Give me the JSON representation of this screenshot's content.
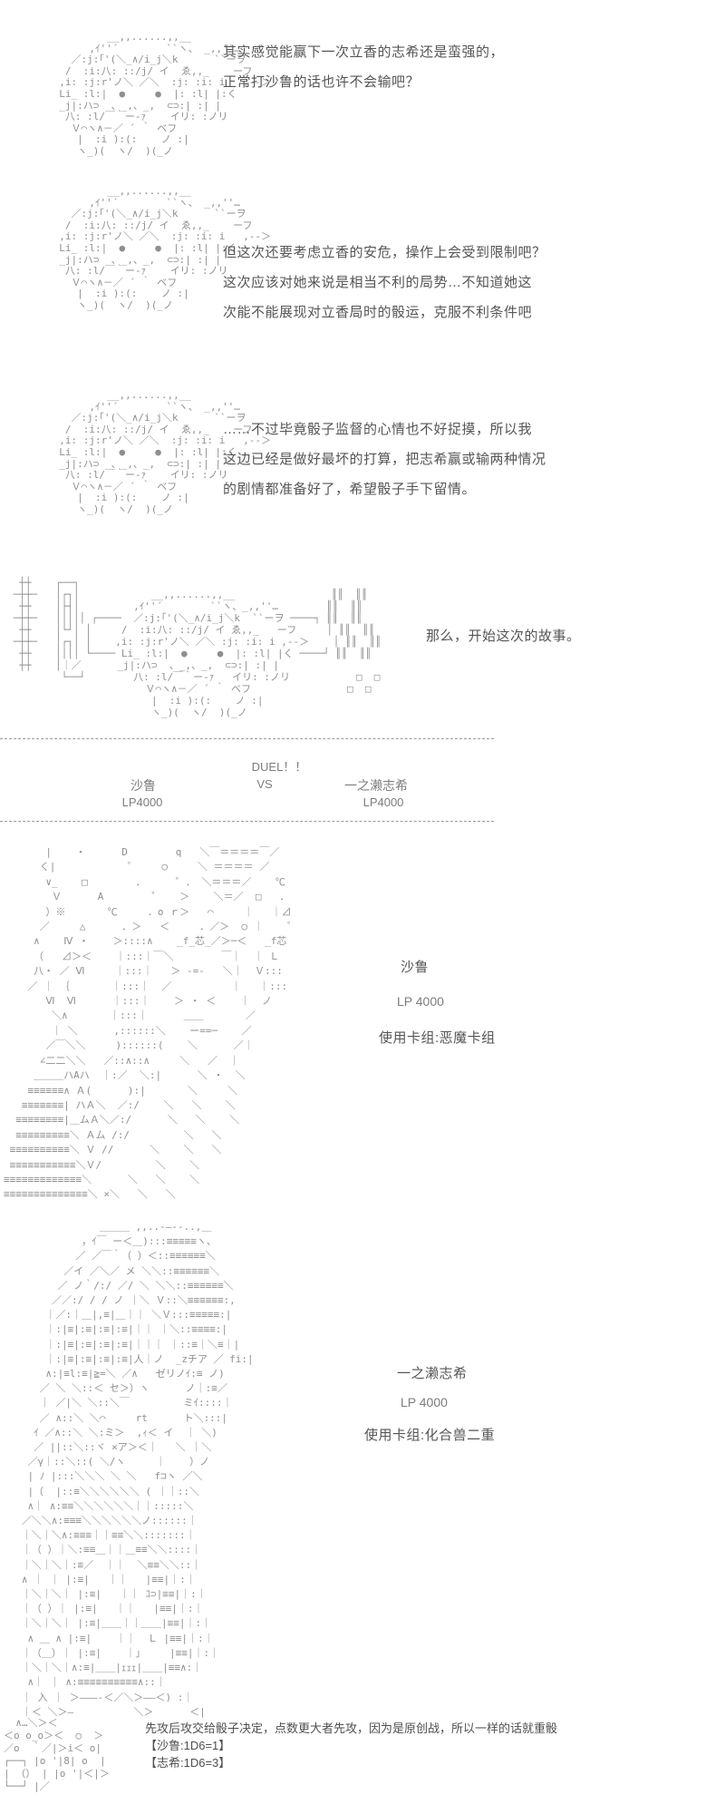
{
  "page": {
    "background": "#ffffff",
    "aa_color": "#8f8f8f",
    "text_color": "#555555",
    "muted_color": "#7d7d7d",
    "divider_color": "#9a9a9a"
  },
  "chibi_aa": [
    "          __,,......,,__",
    "       ,ｲ''´        ``ヽ、 _,,''…",
    "    ／:j:｢'(＼_∧/i_j＼k      ``ーヲ",
    "   /  :i:八: ::/j/ イ  ゑ,,_    ーフ",
    "  ,i: :j:r'ノ＼ ／＼  :j: :i: i   ,--＞",
    "  Li_ :l:|  ●     ●  |: :l| |:く",
    "  _j|:ハ⊃  、_,、_,  ⊂⊃:| :| |",
    "   八: :l/￣｀ー-ｧ    イリ: :ノリ",
    "    Ｖ⌒ヽ∧－／ ´ ｀ ベフ",
    "     |  :i ):(:    ノ :|",
    "     ヽ_)(  ヽ/  )(_ノ"
  ],
  "dialogue": [
    {
      "lines": [
        "其实感觉能赢下一次立香的志希还是蛮强的，",
        "正常打沙鲁的话也许不会输吧？"
      ]
    },
    {
      "lines": [
        "但这次还要考虑立香的安危，操作上会受到限制吧？",
        "这次应该对她来说是相当不利的局势…不知道她这",
        "次能不能展现对立香局时的骰运，克服不利条件吧"
      ]
    },
    {
      "lines": [
        "……不过毕竟骰子监督的心情也不好捉摸，所以我",
        "这边已经是做好最坏的打算，把志希赢或输两种情况",
        "的剧情都准备好了，希望骰子手下留情。"
      ]
    }
  ],
  "kaimaku": {
    "aa": [
      "  ┼┼    ┌──┐",
      " ─┼┼─   │┌┐│            __,,......,,__                ║║  ║║",
      "  ┼┼    │├┤│         ,ｲ''´        ``ヽ、_,,''…        ║║  ║║",
      " ─┼┼─   │││││ ┌────  ／:j:｢'(＼_∧/i_j＼k  ``ーヲ ────┐ ║║  ║║",
      "  ┼┼    │└┘│ │     /  :i:八: ::/j/ イ ゑ,,_   ーフ     │ ║║  ║║",
      " ─┼┼─   │┌┐│ │    ,i: :j:r'ノ＼ ／＼ :j: :i: i ,--＞    │ ║║  ║║",
      "  ┼┼    ││││ └──── Li_ :l:|  ●     ●  |: :l| |く ────┘ ║║  ║║",
      "  ┼┼    │｜／      _j|:ハ⊃  、_,、_,  ⊂⊃:| :| |",
      "         └──┘        八: :l/￣｀ー-ｧ   イリ: :ノリ           □  □",
      "                       Ｖ⌒ヽ∧－／ ´ ｀ ベフ                □  □",
      "                        |  :i ):(:    ノ :|",
      "                        ヽ_)(  ヽ/  )(_ノ"
    ],
    "caption": "那么，开始这次的故事。"
  },
  "duel": {
    "title": "DUEL！！",
    "vs": "VS",
    "left_name": "沙鲁",
    "left_lp": "LP4000",
    "right_name": "一之濑志希",
    "right_lp": "LP4000"
  },
  "cell": {
    "aa": [
      "       |    ・      D        q   ＼￣＝＝＝＝￣／",
      "      く|            ゜    ○     ＼ ＝＝＝＝ ／",
      "       ∨_    □        ．     ゜． ＼＝＝＝／    ℃",
      "        Ｖ      А        ゜   ＞    ＼＝／  □   ．",
      "       ）※       ℃     ．o ｒ＞   ⌒     ｜   ｜⊿",
      "      ／     △      ．＞   ＜     ．／＞  ○ ｜    ゜",
      "     ∧    Ⅳ ・    ＞::::∧    _f_芯_／＞─＜   _f芯",
      "     （   ⊿＞＜    ｜:::｜￣＼        ￣｜  ｜ Ｌ",
      "     八・ ／ Ⅵ     ｜:::｜   ＞ ‐=‐   ＼｜  Ｖ:::",
      "    ／ ｜ ｛       ｜:::｜  ／          ｜   ｜:::",
      "       Ⅵ  Ⅵ      ｜:::｜    ＞ ・ ＜    ｜  ノ",
      "        ＼∧       ｜:::｜      ＿＿       ／",
      "        ｜ ＼      ,::::::＼    ー==─    ／",
      "       ／￣＼＼     )::::::(    ＼      ／｜",
      "      ∠二二＼＼   ／::∧::∧     ＼   ／  ｜",
      "     ＿＿＿ハАハ  ｜:／  ＼:|      ＼ ・  ＼",
      "    ≡≡≡≡≡≡∧ Ａ(      ):|       ＼     ＼",
      "   ≡≡≡≡≡≡≡| ハＡ＼  ／:/    ＼   ＼    ＼",
      "  ≡≡≡≡≡≡≡≡|＿ムＡ＼／:/      ＼   ＼    ＼",
      "  ≡≡≡≡≡≡≡≡≡＼ Ａム /:/         ＼   ＼",
      " ≡≡≡≡≡≡≡≡≡≡＼ Ｖ //      ＼    ＼   ＼",
      " ≡≡≡≡≡≡≡≡≡≡≡＼Ｖ/         ＼    ＼",
      "≡≡≡≡≡≡≡≡≡≡≡≡≡＼      ＼   ＼    ＼",
      "≡≡≡≡≡≡≡≡≡≡≡≡≡≡＼ ×＼   ＼   ＼"
    ],
    "name": "沙鲁",
    "lp": "LP 4000",
    "deck": "使用卡组:恶魔卡组"
  },
  "shiki": {
    "aa": [
      "                ＿＿＿ ,,..-―‐-..,＿",
      "             ，ｲ￣ ー＜＿):::≡≡≡≡≡ヽ、",
      "            ／ ／￣｀（ ）＜::≡≡≡≡≡≡＼",
      "          ／イ ／＼／ メ ＼＼::≡≡≡≡≡≡＼",
      "         ／ ノ｀/:/ ／/ ＼ ＼＼::≡≡≡≡≡≡＼",
      "        ／／:/ / / ノ ｜＼ Ｖ::＼≡≡≡≡≡≡:,",
      "       ｜／:｜＿|,≡|＿｜｜ ＼Ｖ:::≡≡≡≡≡:|",
      "       ｜:|≡|:≡|:≡|:≡|｜｜ ｜＼::≡≡≡≡:|",
      "       ｜:|≡|:≡|:≡|:≡|｜｜｜ ｜::≡｜＼≡｜|",
      "       ｜:|≡|:≡|:≡|:≡|人｜ノ  _zチア ／ fi:|",
      "       ∧:|≡l:≡|≧=＼ ／∧   ゼリノｲ:≡ ノ)",
      "      ／ ＼ ＼::＜ セ＞）ヽ      ノ｜:≡／",
      "      ｜ ／|＼ ＼::＼￣         ミｲ::::｜",
      "      ／ ∧::＼ ＼⌒     rt      ト＼:::|",
      "     ｲ ／∧::＼ ＼:ミ＞  ,ｨ＜ イ  ｜ ＼)",
      "     ／ ||::＼::ヾ ×ア＞＜｜   ＼ ｜＼",
      "    ／γ｜::＼::( ＼/ヽ     ｜    ）ノ",
      "    | ﾉ |:::＼＼＼ ＼ ＼   f⊐ヽ ／＼",
      "    |（  |::≡＼＼＼＼＼＼ ( ｜｜::＼",
      "    ∧｜ ∧:≡≡＼＼＼＼＼＼｜｜:::::＼",
      "   ／＼＼∧:≡≡≡＼＼＼＼＼＼ノ::::::｜",
      "   ｜＼｜＼∧:≡≡≡｜｜≡≡＼＼:::::::｜",
      "   ｜（ ）｜＼:≡≡＿｜｜＿≡≡＼＼::::｜",
      "   ｜＼｜＼｜:≡／  ｜｜  ＼≡≡＼＼::｜",
      "   ∧ ｜ ｜ |:≡|   ｜｜   |≡≡|｜:｜",
      "   ｜＼｜＼｜ |:≡|   ｜｜ ｺ⊃|≡≡|｜:｜",
      "   ｜（ ）｜ |:≡|   ｜｜   |≡≡|｜:｜",
      "   ｜＼｜＼｜ |:≡|＿＿｜｜＿＿|≡≡|｜:｜",
      "    ∧ ＿ ∧ |:≡|    ｜｜  Ｌ |≡≡|｜:｜",
      "   ｜（＿）｜ |:≡|    ｜」    |≡≡|｜:｜",
      "   ｜＼｜＼｜∧:≡|＿＿|ｪｪｪ|＿＿|≡≡∧:｜",
      "    ∧｜ ｜ ∧:≡≡≡≡≡≡≡≡≡≡∧::｜",
      "   ｜ 入 ｜ ＞―――-＜／＼＞――＜) :｜",
      "   ｜＜ ＼＞―          ＼＞      ＜|"
    ],
    "name": "一之濑志希",
    "lp": "LP 4000",
    "deck": "使用卡组:化合兽二重"
  },
  "dice": {
    "aa": [
      "  ∧…＼＞＜",
      "＜o o_o＞＜  ○  ＞",
      "／o  ｀／|＞i＜ o|",
      "┌──┐ |o '|8| o  |",
      "| （） | |o '|＜|＞",
      "└──┘ |／"
    ],
    "lines": [
      "先攻后攻交给骰子决定，点数更大者先攻，因为是原创战，所以一样的话就重骰",
      "【沙鲁:1D6=1】",
      "【志希:1D6=3】"
    ]
  }
}
